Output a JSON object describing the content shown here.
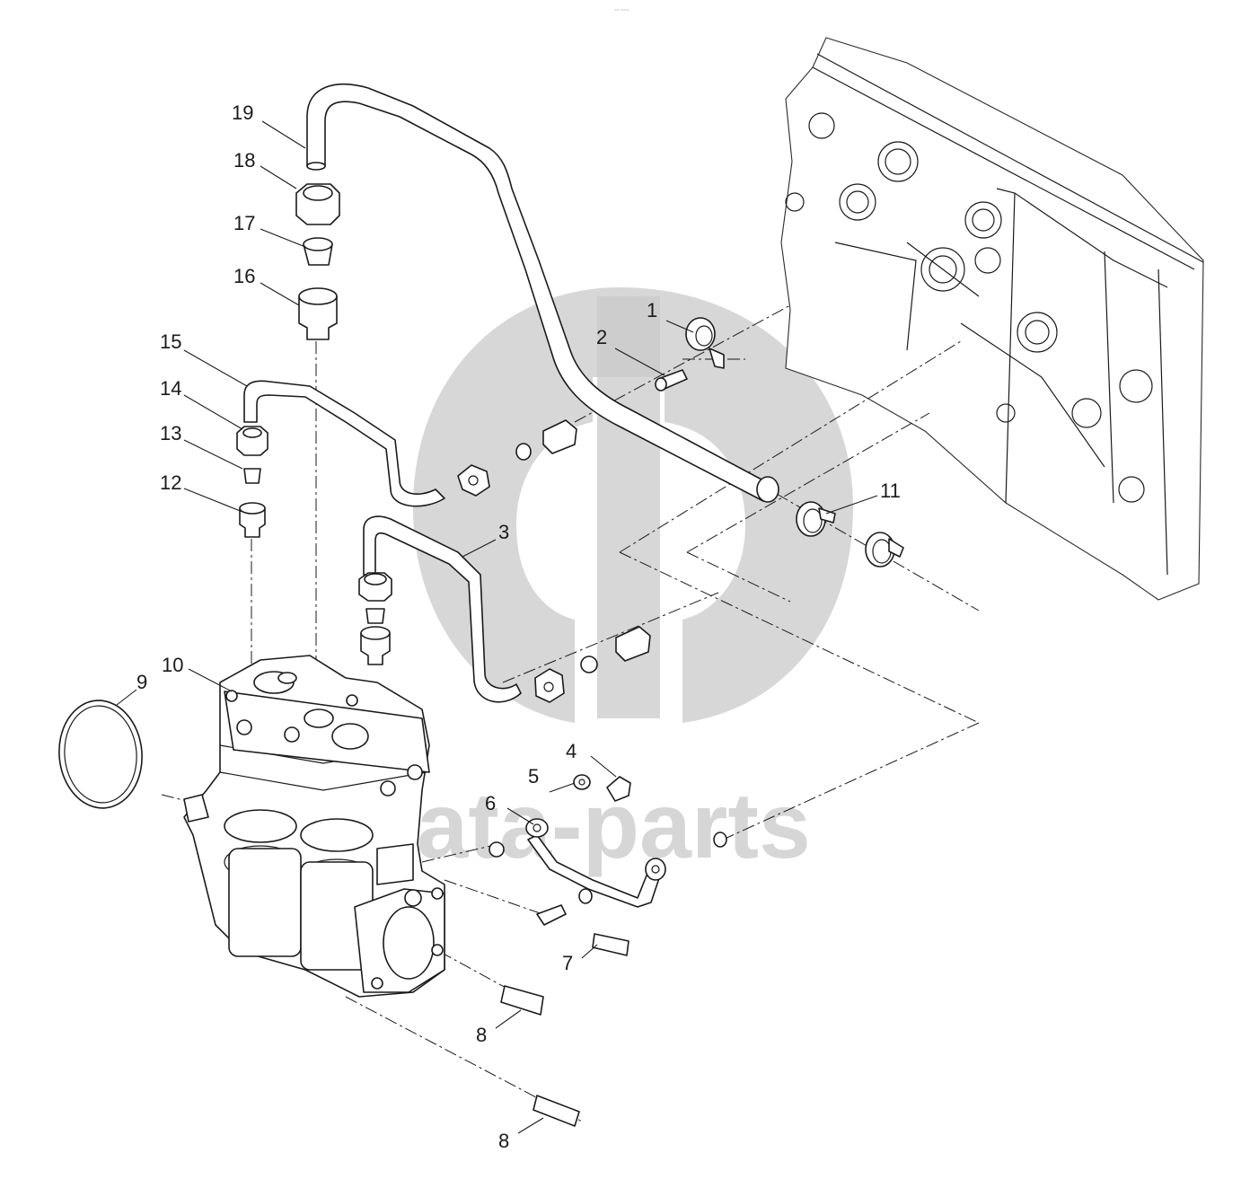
{
  "diagram": {
    "watermark_text": "data-parts",
    "top_mark": "~~ ~~~",
    "callouts": [
      {
        "id": "c1",
        "label": "1"
      },
      {
        "id": "c2",
        "label": "2"
      },
      {
        "id": "c3",
        "label": "3"
      },
      {
        "id": "c4",
        "label": "4"
      },
      {
        "id": "c5",
        "label": "5"
      },
      {
        "id": "c6",
        "label": "6"
      },
      {
        "id": "c7",
        "label": "7"
      },
      {
        "id": "c8a",
        "label": "8"
      },
      {
        "id": "c8b",
        "label": "8"
      },
      {
        "id": "c9",
        "label": "9"
      },
      {
        "id": "c10",
        "label": "10"
      },
      {
        "id": "c11",
        "label": "11"
      },
      {
        "id": "c12",
        "label": "12"
      },
      {
        "id": "c13",
        "label": "13"
      },
      {
        "id": "c14",
        "label": "14"
      },
      {
        "id": "c15",
        "label": "15"
      },
      {
        "id": "c16",
        "label": "16"
      },
      {
        "id": "c17",
        "label": "17"
      },
      {
        "id": "c18",
        "label": "18"
      },
      {
        "id": "c19",
        "label": "19"
      }
    ]
  }
}
